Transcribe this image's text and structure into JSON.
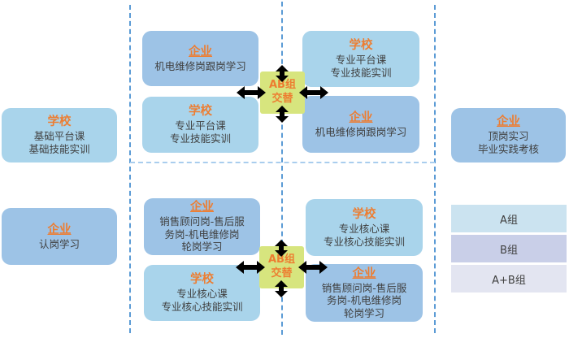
{
  "colors": {
    "school_fill": "#A9D4EB",
    "enterprise_fill": "#9DC3E6",
    "connector_fill": "#D7E57E",
    "header_orange": "#ED7D31",
    "body_text": "#404040",
    "dash_vertical_blue": "#5B9BD5",
    "dash_horizontal_blue": "#A9CDEE",
    "arrow_black": "#000000",
    "legend_a_fill": "#CBE3F0",
    "legend_b_fill": "#C9CFE8",
    "legend_ab_fill": "#E3E5F1"
  },
  "stages": {
    "left_school": {
      "header": "学校",
      "line1": "基础平台课",
      "line2": "基础技能实训"
    },
    "left_enterprise": {
      "header": "企业",
      "line1": "认岗学习"
    },
    "mid_left_enterprise": {
      "header": "企业",
      "line1": "机电维修岗跟岗学习"
    },
    "mid_left_school": {
      "header": "学校",
      "line1": "专业平台课",
      "line2": "专业技能实训"
    },
    "mid_right_school": {
      "header": "学校",
      "line1": "专业平台课",
      "line2": "专业技能实训"
    },
    "mid_right_enterprise": {
      "header": "企业",
      "line1": "机电维修岗跟岗学习"
    },
    "bottom_left_enterprise": {
      "header": "企业",
      "line1": "销售顾问岗-售后服",
      "line2": "务岗-机电维修岗",
      "line3": "轮岗学习"
    },
    "bottom_left_school": {
      "header": "学校",
      "line1": "专业核心课",
      "line2": "专业核心技能实训"
    },
    "bottom_right_school": {
      "header": "学校",
      "line1": "专业核心课",
      "line2": "专业核心技能实训"
    },
    "bottom_right_enterprise": {
      "header": "企业",
      "line1": "销售顾问岗-售后服",
      "line2": "务岗-机电维修岗",
      "line3": "轮岗学习"
    },
    "right_enterprise": {
      "header": "企业",
      "line1": "顶岗实习",
      "line2": "毕业实践考核"
    }
  },
  "connectors": {
    "top": {
      "line1": "AB组",
      "line2": "交替"
    },
    "bottom": {
      "line1": "AB组",
      "line2": "交替"
    }
  },
  "legend": {
    "rows": [
      {
        "label": "A组"
      },
      {
        "label": "B组"
      },
      {
        "label": "A+B组"
      }
    ]
  }
}
